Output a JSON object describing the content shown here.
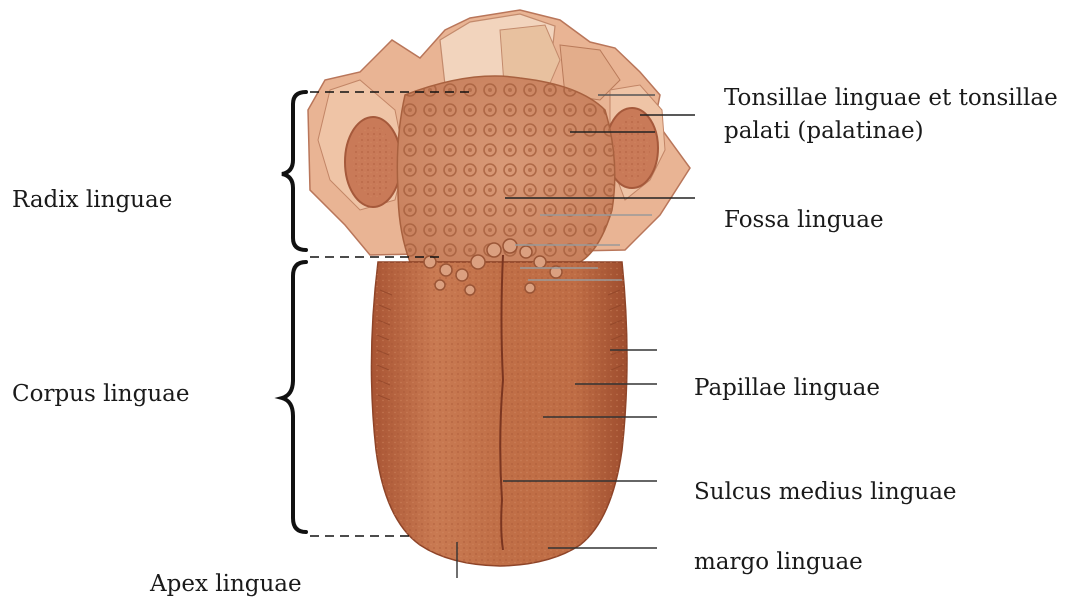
{
  "labels": {
    "radix": "Radix linguae",
    "corpus": "Corpus linguae",
    "apex": "Apex linguae",
    "tonsillae_line1": "Tonsillae linguae et tonsillae",
    "tonsillae_line2": "palati (palatinae)",
    "fossa": "Fossa linguae",
    "papillae": "Papillae linguae",
    "sulcus": "Sulcus medius linguae",
    "margo": "margo linguae"
  },
  "colors": {
    "tongue_body": "#c0714a",
    "tongue_root": "#d9a080",
    "tissue_light": "#f0c9ae",
    "tissue_mid": "#d99675",
    "tissue_dark": "#a85a3a",
    "leader_dark": "#333333",
    "leader_light": "#9a9a9a"
  }
}
